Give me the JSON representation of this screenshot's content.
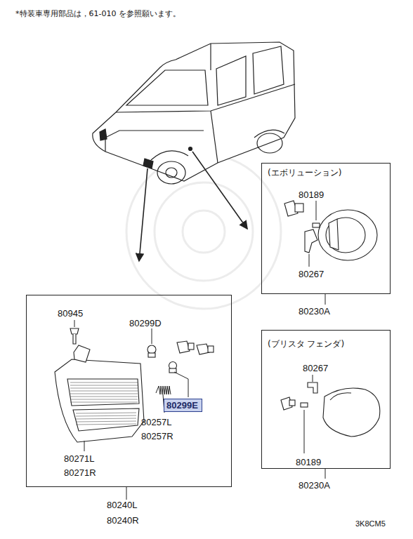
{
  "diagram": {
    "nodes": [
      {
        "text": [
          "80945",
          "80299D",
          "80257L",
          "80257R",
          "80271L",
          "80271R"
        ]
      },
      {
        "text": [
          "80299E"
        ],
        "in": 0
      },
      {
        "text": [
          "(エボリューション)",
          "80189",
          "80267"
        ]
      },
      {
        "text": [
          "(ブリスタ フェンダ)",
          "80267",
          "80189"
        ]
      }
    ],
    "labels": [
      "*特装車専用部品は，61-010 を参照願います。",
      "80240L",
      "80240R",
      "80230A",
      "80230A",
      "3K8CM5"
    ]
  }
}
